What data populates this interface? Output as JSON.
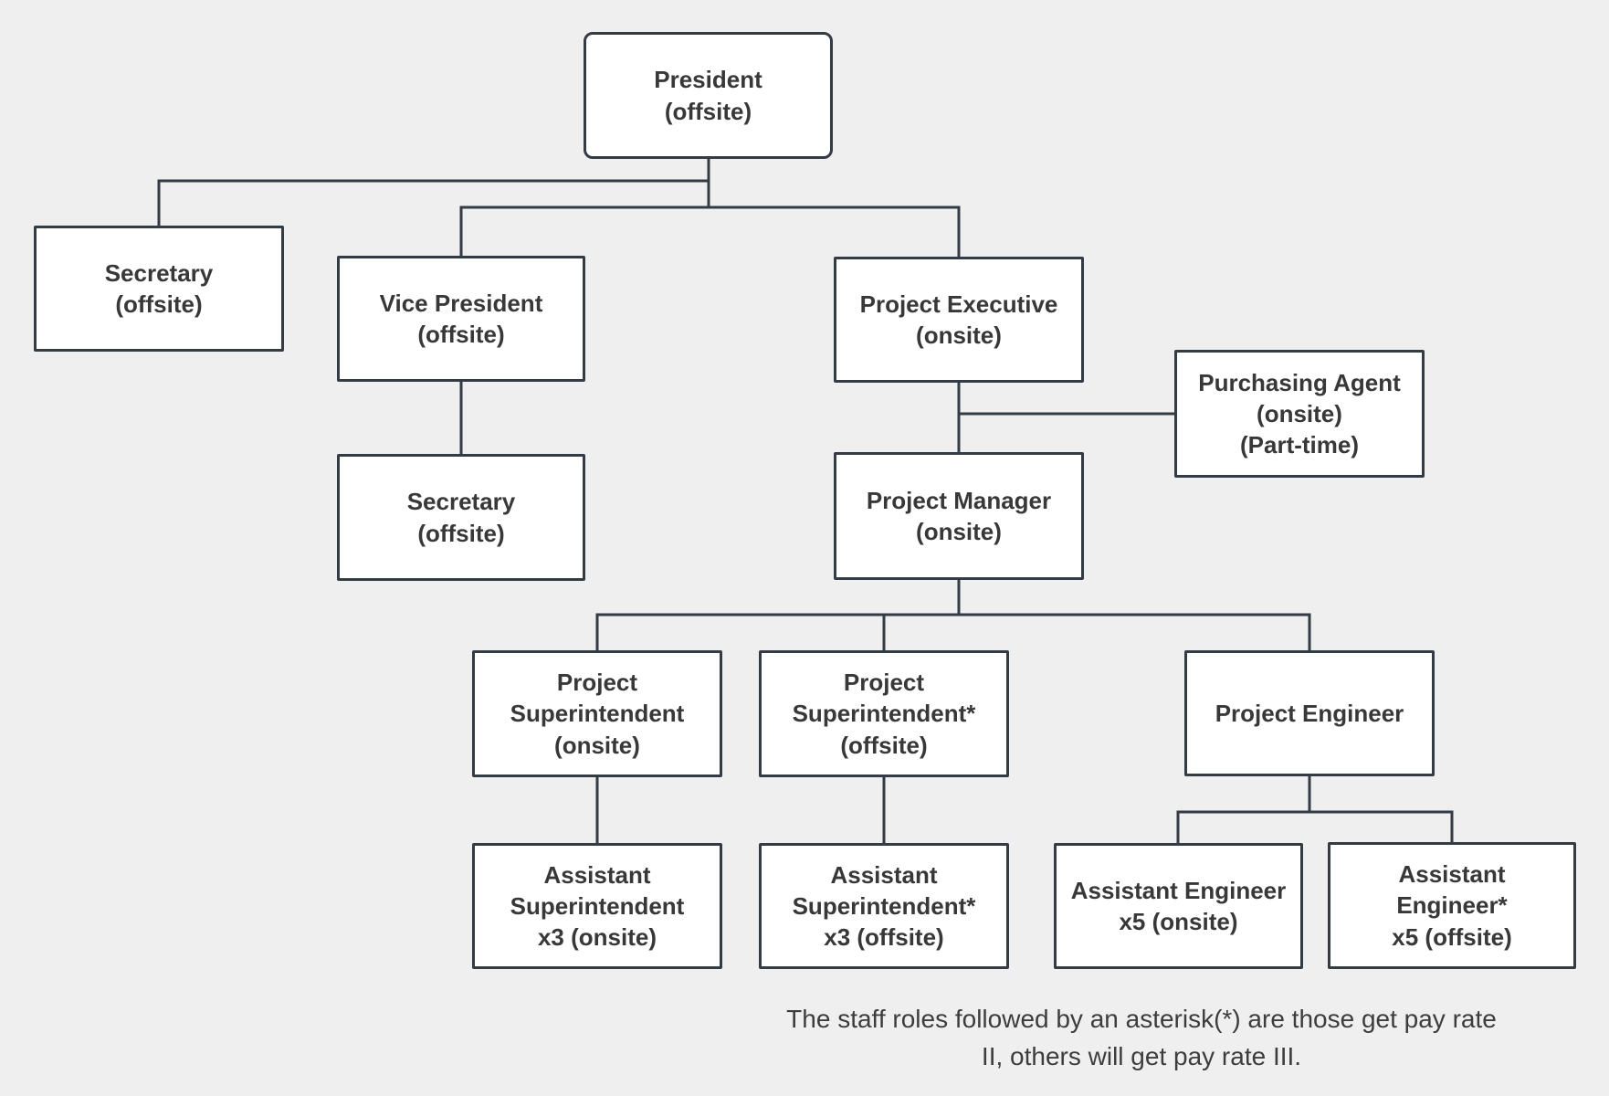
{
  "diagram": {
    "type": "org-chart",
    "nodes": [
      {
        "id": "president",
        "label": "President\n(offsite)"
      },
      {
        "id": "secretary-top",
        "label": "Secretary\n(offsite)"
      },
      {
        "id": "vice-president",
        "label": "Vice President\n(offsite)"
      },
      {
        "id": "project-executive",
        "label": "Project Executive\n(onsite)"
      },
      {
        "id": "purchasing-agent",
        "label": "Purchasing Agent\n(onsite)\n(Part-time)"
      },
      {
        "id": "secretary-under-vp",
        "label": "Secretary\n(offsite)"
      },
      {
        "id": "project-manager",
        "label": "Project Manager\n(onsite)"
      },
      {
        "id": "project-superintendent-onsite",
        "label": "Project\nSuperintendent\n(onsite)"
      },
      {
        "id": "project-superintendent-offsite",
        "label": "Project\nSuperintendent*\n(offsite)"
      },
      {
        "id": "project-engineer",
        "label": "Project Engineer"
      },
      {
        "id": "assistant-superintendent-onsite",
        "label": "Assistant\nSuperintendent\nx3 (onsite)"
      },
      {
        "id": "assistant-superintendent-offsite",
        "label": "Assistant\nSuperintendent*\nx3 (offsite)"
      },
      {
        "id": "assistant-engineer-onsite",
        "label": "Assistant Engineer\nx5 (onsite)"
      },
      {
        "id": "assistant-engineer-offsite",
        "label": "Assistant\nEngineer*\nx5 (offsite)"
      }
    ],
    "footnote": "The staff roles followed by an asterisk(*) are those get pay rate\nII, others will get pay rate III.",
    "colors": {
      "background": "#efefef",
      "node_fill": "#ffffff",
      "line": "#333b44",
      "node_text": "#383838",
      "footnote_text": "#3d3d3d"
    }
  }
}
